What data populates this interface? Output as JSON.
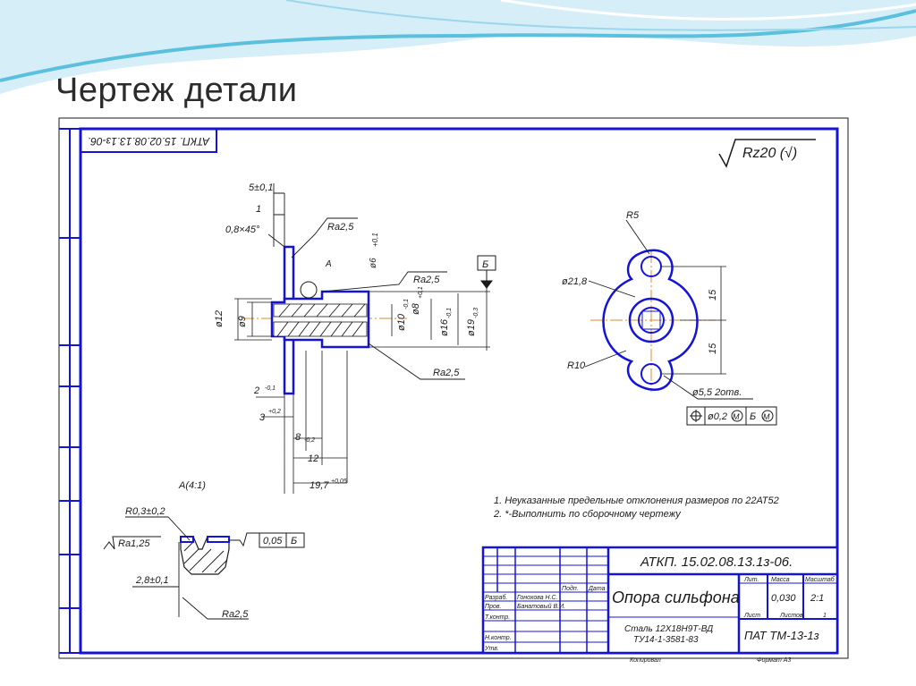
{
  "slide": {
    "title": "Чертеж детали"
  },
  "colors": {
    "frame": "#1414d8",
    "ink": "#1a1a1a",
    "axis": "#e08a2a",
    "wave": "#5bc0de"
  },
  "stamp_top": "АТКП. 15.02.08.13.1з-06.",
  "roughness_general": "Rz20 (√)",
  "views": {
    "main": {
      "dims": {
        "d1": "5±0,1",
        "d2": "1",
        "d3": "0,8×45°",
        "ra1": "Ra2,5",
        "ra2": "Ra2,5",
        "ra3": "Ra2,5",
        "leaderA": "A",
        "datumB": "Б",
        "dia6": "ø6",
        "dia6tol": "+0,1",
        "dia12": "ø12",
        "dia9": "ø9",
        "dia10": "ø10",
        "dia10tol": "-0,1",
        "dia8": "ø8",
        "dia8tol": "+0,1",
        "dia16": "ø16",
        "dia16tol": "-0,1",
        "dia19": "ø19",
        "dia19tol": "-0,3",
        "l2": "2",
        "l2tol": "-0,1",
        "l3": "3",
        "l3tol": "+0,2",
        "l8": "8",
        "l8tol": "-0,2",
        "l12": "12",
        "l197": "19,7",
        "l197tol": "+0,05"
      }
    },
    "side": {
      "dims": {
        "r5": "R5",
        "dia218": "ø21,8",
        "r10": "R10",
        "h15a": "15",
        "h15b": "15",
        "holes": "ø5,5  2отв."
      },
      "tolerance": {
        "value": "ø0,2",
        "mod1": "M",
        "datum": "Б",
        "mod2": "M"
      }
    },
    "detail": {
      "label": "A(4:1)",
      "dims": {
        "r": "R0,3±0,2",
        "ra1": "Ra1,25",
        "flat": "0,05",
        "flatdatum": "Б",
        "depth": "2,8±0,1",
        "ra2": "Ra2,5"
      }
    }
  },
  "notes": [
    "1. Неуказанные предельные отклонения размеров по 22АТ52",
    "2. *-Выполнить по сборочному чертежу"
  ],
  "title_block": {
    "designation": "АТКП. 15.02.08.13.1з-06.",
    "part_name": "Опора сильфона",
    "material1": "Сталь 12Х18Н9Т-ВД",
    "material2": "ТУ14-1-3581-83",
    "mass": "0,030",
    "scale": "2:1",
    "org": "ПАТ ТМ-13-1з",
    "h_lit": "Лит.",
    "h_mass": "Масса",
    "h_scale": "Масштаб",
    "h_sheet": "Лист",
    "h_sheets": "Листов",
    "sheets_count": "1",
    "h_format": "Формат А3",
    "h_copied": "Копировал",
    "rows": [
      {
        "role": "Разраб.",
        "name": "Гонохова Н.С."
      },
      {
        "role": "Пров.",
        "name": "Банатовый В.И."
      },
      {
        "role": "Т.контр.",
        "name": ""
      },
      {
        "role": "Н.контр.",
        "name": ""
      },
      {
        "role": "Утв.",
        "name": ""
      }
    ],
    "h_sign": "Подп.",
    "h_date": "Дата"
  }
}
